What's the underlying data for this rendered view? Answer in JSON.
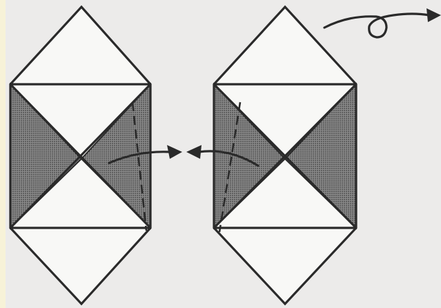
{
  "diagram": {
    "kind": "origami-fold-steps",
    "colors": {
      "background": "#f7f2d8",
      "paper": "#ecebea",
      "line": "#2a2a2a",
      "shade": "#6e6e6e",
      "face": "#f8f8f6"
    },
    "figures": [
      {
        "id": "left-figure",
        "crease": "dashed-right"
      },
      {
        "id": "right-figure",
        "crease": "dashed-left"
      }
    ],
    "arrows": [
      {
        "id": "fold-arrow-left",
        "direction": "right"
      },
      {
        "id": "fold-arrow-right",
        "direction": "left"
      },
      {
        "id": "turn-over-arrow",
        "direction": "right",
        "loop": true
      }
    ]
  }
}
